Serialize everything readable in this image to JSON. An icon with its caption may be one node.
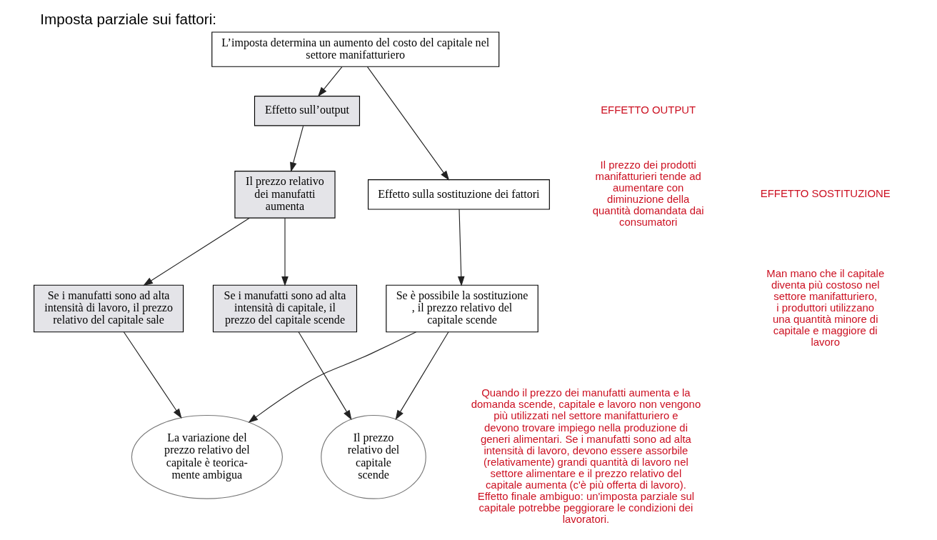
{
  "diagram": {
    "title": "Imposta parziale sui fattori:",
    "nodes": [
      {
        "text": [
          "L’imposta determina un aumento del costo del capitale nel settore manifatturiero"
        ]
      },
      {
        "text": [
          "Effetto sull’output"
        ]
      },
      {
        "text": [
          "Effetto sulla sostituzione dei fattori"
        ]
      },
      {
        "text": [
          "Il prezzo relativo dei manufatti aumenta"
        ]
      },
      {
        "text": [
          "Se i manufatti sono ad alta intensità di lavoro, il prezzo relativo del capitale sale"
        ]
      },
      {
        "text": [
          "Se i manufatti sono ad alta intensità di capitale, il prezzo del capitale scende"
        ]
      },
      {
        "text": [
          "Se è possibile la sostituzione , il prezzo relativo del capitale scende"
        ]
      },
      {
        "text": [
          "Il prezzo relativo del capitale scende"
        ]
      },
      {
        "text": [
          "La variazione del prezzo relativo del capitale è teorica- mente ambigua"
        ]
      }
    ],
    "edges": [
      {
        "from": 0,
        "to": 1,
        "arrow": "to"
      },
      {
        "from": 0,
        "to": 2,
        "arrow": "to"
      },
      {
        "from": 1,
        "to": 3,
        "arrow": "to"
      },
      {
        "from": 3,
        "to": 4,
        "arrow": "to"
      },
      {
        "from": 3,
        "to": 5,
        "arrow": "to"
      },
      {
        "from": 2,
        "to": 6,
        "arrow": "to"
      },
      {
        "from": 5,
        "to": 7,
        "arrow": "to"
      },
      {
        "from": 6,
        "to": 7,
        "arrow": "to"
      },
      {
        "from": 4,
        "to": 8,
        "arrow": "to"
      },
      {
        "from": 6,
        "to": 8,
        "arrow": "to"
      }
    ],
    "labels": [
      "EFFETTO OUTPUT",
      "Il prezzo dei prodotti manifatturieri tende ad aumentare con diminuzione della quantità domandata dai consumatori",
      "EFFETTO SOSTITUZIONE",
      "Man mano che il capitale diventa più costoso nel settore manifatturiero, i produttori utilizzano una quantità minore di capitale e maggiore di lavoro",
      "Quando il prezzo dei manufatti aumenta e la domanda scende, capitale e lavoro non vengono più utilizzati nel settore manifatturiero e devono trovare impiego nella produzione di generi alimentari. Se i manufatti sono ad alta intensità di lavoro, devono essere assorbile (relativamente) grandi quantità di lavoro nel settore alimentare e il prezzo relativo del capitale aumenta (c'è più offerta di lavoro). Effetto finale ambiguo: un'imposta parziale sul capitale potrebbe peggiorare le condizioni dei lavoratori."
    ]
  }
}
